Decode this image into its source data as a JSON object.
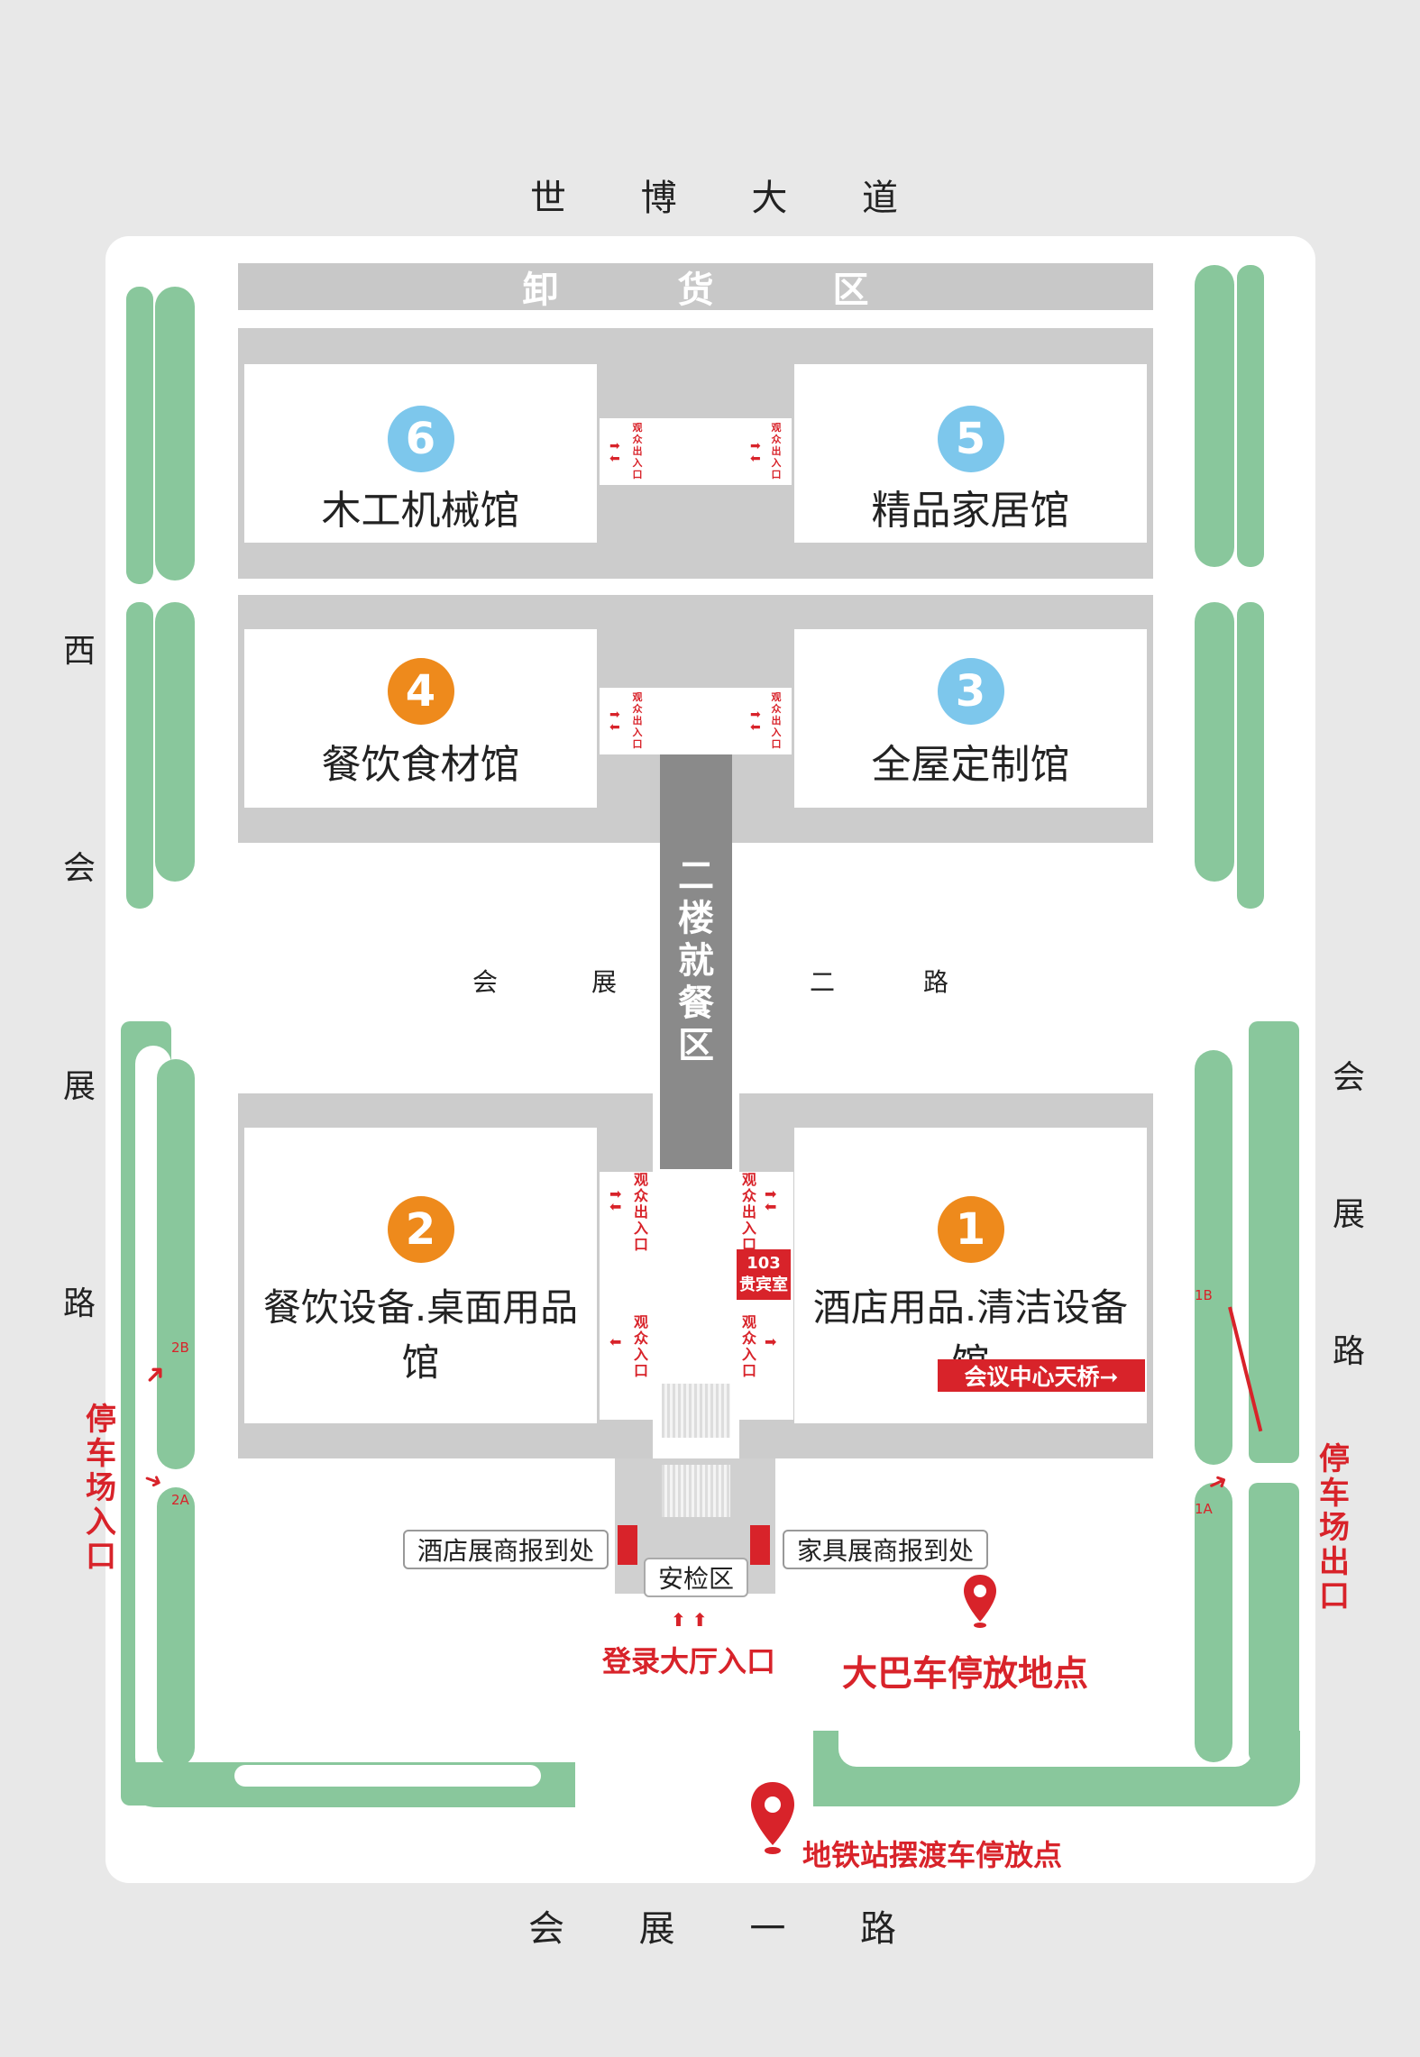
{
  "roads": {
    "north": [
      "世",
      "博",
      "大",
      "道"
    ],
    "south": [
      "会",
      "展",
      "一",
      "路"
    ],
    "west": [
      "西",
      "会",
      "展",
      "路"
    ],
    "east": [
      "会",
      "展",
      "路"
    ],
    "middle": [
      "会",
      "展",
      "二",
      "路"
    ]
  },
  "dock": [
    "卸",
    "货",
    "区"
  ],
  "halls": [
    {
      "num": "6",
      "name": "木工机械馆",
      "color": "#7dc7ec"
    },
    {
      "num": "5",
      "name": "精品家居馆",
      "color": "#7dc7ec"
    },
    {
      "num": "4",
      "name": "餐饮食材馆",
      "color": "#ee8a1c"
    },
    {
      "num": "3",
      "name": "全屋定制馆",
      "color": "#7dc7ec"
    },
    {
      "num": "2",
      "name": "餐饮设备.桌面用品馆",
      "color": "#ee8a1c"
    },
    {
      "num": "1",
      "name": "酒店用品.清洁设备馆",
      "color": "#ee8a1c"
    }
  ],
  "dining": [
    "二",
    "楼",
    "就",
    "餐",
    "区"
  ],
  "entries": {
    "in_out": "观众出入口",
    "in": "观众入口"
  },
  "vip": {
    "num": "103",
    "label": "贵宾室"
  },
  "skybridge": "会议中心天桥➞",
  "hotel_exhibitor": "酒店展商报到处",
  "furniture_exhibitor": "家具展商报到处",
  "security": "安检区",
  "lobby_entrance": "登录大厅入口",
  "bus_parking": "大巴车停放地点",
  "metro_shuttle": "地铁站摆渡车停放点",
  "parking_in": [
    "停",
    "车",
    "场",
    "入",
    "口"
  ],
  "parking_out": [
    "停",
    "车",
    "场",
    "出",
    "口"
  ],
  "gates": {
    "g2b": "2B",
    "g2a": "2A",
    "g1b": "1B",
    "g1a": "1A"
  },
  "colors": {
    "red": "#d8232a",
    "green": "#89c79c",
    "orange": "#ee8a1c",
    "blue": "#7dc7ec"
  }
}
